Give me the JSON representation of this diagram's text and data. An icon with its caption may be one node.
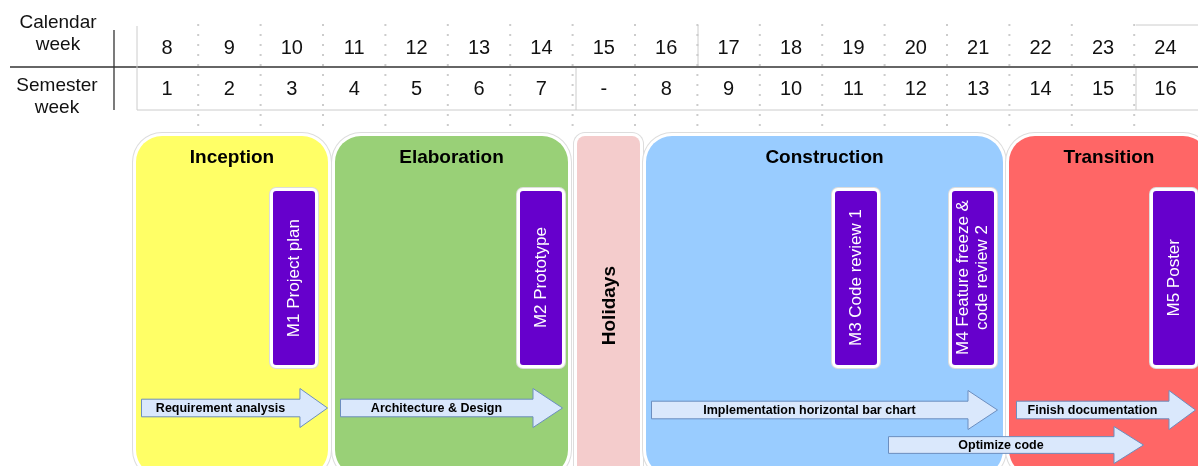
{
  "diagram": {
    "nodes": [
      {
        "text": [
          "Inception"
        ]
      },
      {
        "text": [
          "M1 Project plan"
        ],
        "in": 0
      },
      {
        "text": [
          "Requirement analysis"
        ],
        "in": 0
      },
      {
        "text": [
          "Elaboration"
        ]
      },
      {
        "text": [
          "M2 Prototype"
        ],
        "in": 3
      },
      {
        "text": [
          "Architecture & Design"
        ],
        "in": 3
      },
      {
        "text": [
          "Holidays"
        ]
      },
      {
        "text": [
          "Construction"
        ]
      },
      {
        "text": [
          "M3 Code review 1"
        ],
        "in": 7
      },
      {
        "text": [
          "M4 Feature freeze & code review 2"
        ],
        "in": 7
      },
      {
        "text": [
          "Implementation horizontal bar chart"
        ],
        "in": 7
      },
      {
        "text": [
          "Transition"
        ]
      },
      {
        "text": [
          "M5 Poster"
        ],
        "in": 11
      },
      {
        "text": [
          "Finish documentation"
        ],
        "in": 11
      },
      {
        "text": [
          "Optimize code"
        ]
      }
    ],
    "edges": [],
    "labels": [
      "Calendar week",
      "8",
      "9",
      "10",
      "11",
      "12",
      "13",
      "14",
      "15",
      "16",
      "17",
      "18",
      "19",
      "20",
      "21",
      "22",
      "23",
      "24",
      "Semester week",
      "1",
      "2",
      "3",
      "4",
      "5",
      "6",
      "7",
      "-",
      "8",
      "9",
      "10",
      "11",
      "12",
      "13",
      "14",
      "15",
      "16"
    ]
  }
}
